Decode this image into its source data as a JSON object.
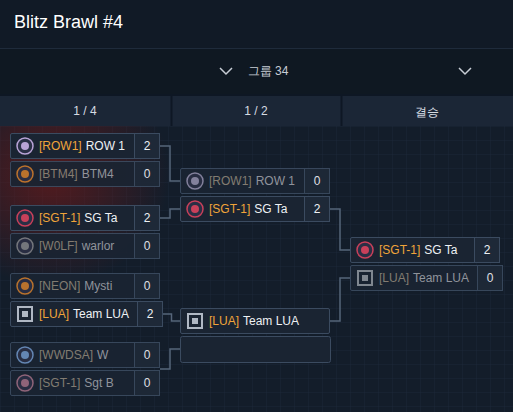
{
  "diagram": {
    "title": "Blitz Brawl #4",
    "nodes": [
      {
        "text": [
          "[ROW1]",
          "ROW 1",
          "2"
        ]
      },
      {
        "text": [
          "[BTM4]",
          "BTM4",
          "0"
        ]
      },
      {
        "text": [
          "[SGT-1]",
          "SG Ta",
          "2"
        ]
      },
      {
        "text": [
          "[W0LF]",
          "warlor",
          "0"
        ]
      },
      {
        "text": [
          "[NEON]",
          "Mysti",
          "0"
        ]
      },
      {
        "text": [
          "[LUA]",
          "Team LUA",
          "2"
        ]
      },
      {
        "text": [
          "[WWDSA]",
          "W",
          "0"
        ]
      },
      {
        "text": [
          "[SGT-1]",
          "Sgt B",
          "0"
        ]
      },
      {
        "text": [
          "[ROW1]",
          "ROW 1",
          "0"
        ]
      },
      {
        "text": [
          "[SGT-1]",
          "SG Ta",
          "2"
        ]
      },
      {
        "text": [
          "[LUA]",
          "Team LUA"
        ]
      },
      {
        "text": [
          "[SGT-1]",
          "SG Ta",
          "2"
        ]
      },
      {
        "text": [
          "[LUA]",
          "Team LUA",
          "0"
        ]
      }
    ],
    "edges": [
      {
        "from": 0,
        "to": 8,
        "arrow": "none"
      },
      {
        "from": 2,
        "to": 9,
        "arrow": "none"
      },
      {
        "from": 5,
        "to": 10,
        "arrow": "none"
      },
      {
        "from": 9,
        "to": 11,
        "arrow": "none"
      },
      {
        "from": 10,
        "to": 12,
        "arrow": "none"
      }
    ],
    "labels": [
      "그룹 34",
      "1 / 4",
      "1 / 2",
      "결승"
    ]
  }
}
